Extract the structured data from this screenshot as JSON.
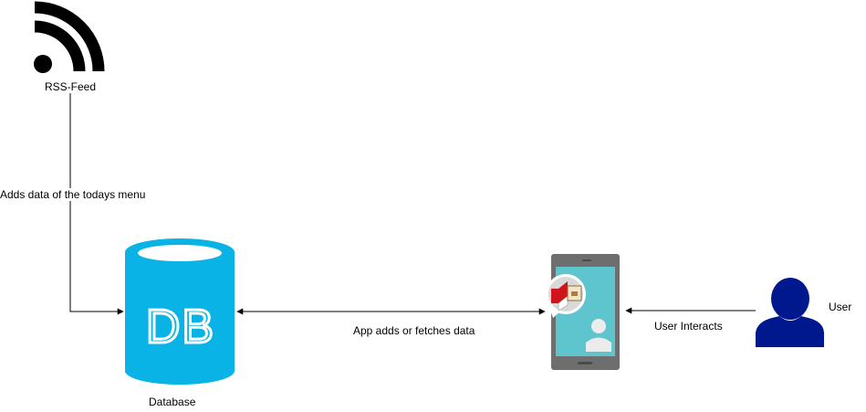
{
  "nodes": {
    "rss": {
      "label": "RSS-Feed",
      "icon": "rss-feed-icon"
    },
    "database": {
      "label": "Database",
      "icon": "database-cylinder-icon",
      "glyph": "DB"
    },
    "phone": {
      "icon": "mobile-app-phone-icon"
    },
    "user": {
      "label": "User",
      "icon": "user-person-icon"
    }
  },
  "edges": {
    "rss_to_db": {
      "label": "Adds data of the todays menu"
    },
    "app_db": {
      "label": "App adds or fetches data"
    },
    "user_to_app": {
      "label": "User Interacts"
    }
  },
  "colors": {
    "line": "#000000",
    "database": "#0AB3E5",
    "database_glyph": "#ffffff",
    "phone_body": "#6E6E6E",
    "phone_screen": "#5EC4CE",
    "user": "#00188D",
    "rss": "#000000",
    "bubble_flag_red": "#D0141B",
    "bubble_bg": "#D9D9D9"
  }
}
